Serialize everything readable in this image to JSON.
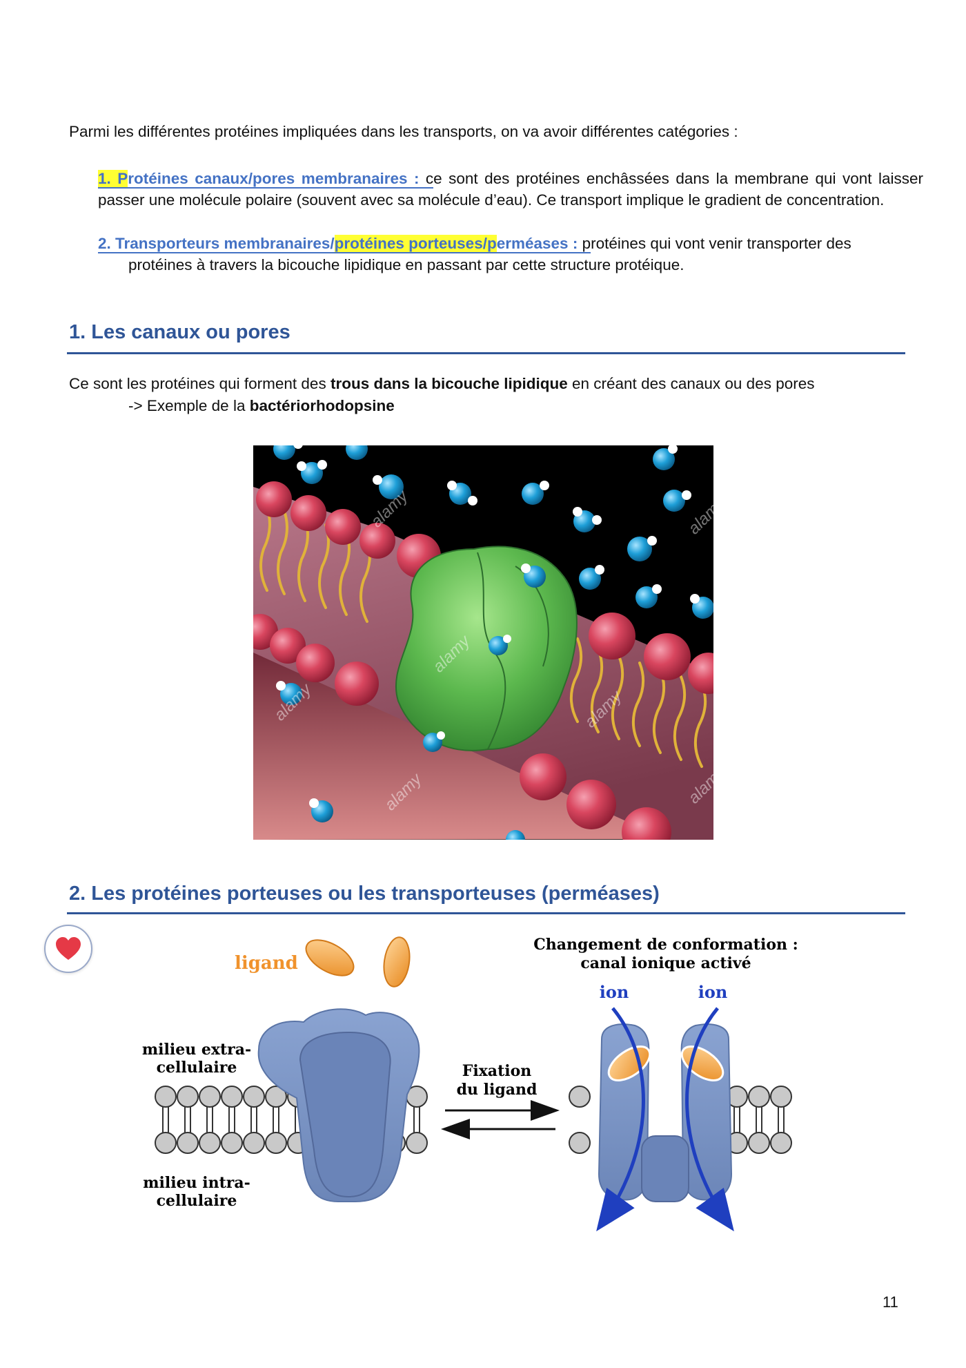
{
  "intro": "Parmi les différentes protéines impliquées dans les transports, on va avoir différentes catégories :",
  "items": [
    {
      "number": "1. P",
      "title_rest": "rotéines canaux/pores membranaires :",
      "title_after": " c",
      "text": "e sont des protéines enchâssées dans la membrane qui vont laisser passer une molécule polaire (souvent avec sa molécule d’eau). Ce transport implique le gradient de concentration."
    },
    {
      "title_a": "2. Transporteurs membranaires/",
      "title_b": "protéines porteuses/p",
      "title_c": "erméases : ",
      "text_a": "p",
      "text_b": "rotéines qui vont venir transporter des",
      "text_line2": "protéines à travers la bicouche lipidique en passant par cette structure protéique."
    }
  ],
  "sections": [
    {
      "title": "1. Les canaux ou pores",
      "text_a": "Ce sont les protéines qui forment des ",
      "text_bold": "trous dans la bicouche lipidique",
      "text_b": " en créant des canaux ou des pores",
      "example_a": "-> Exemple de la ",
      "example_bold": "bactériorhodopsine",
      "watermarks": [
        "alamy",
        "alamy",
        "alamy",
        "alamy",
        "alamy",
        "alamy",
        "alamy"
      ]
    },
    {
      "title": "2. Les protéines porteuses ou les transporteuses (perméases)"
    }
  ],
  "figure2": {
    "ligand": "ligand",
    "extra_1": "milieu extra-",
    "extra_2": "cellulaire",
    "intra_1": "milieu intra-",
    "intra_2": "cellulaire",
    "fixation_1": "Fixation",
    "fixation_2": "du ligand",
    "conformation_1": "Changement de conformation :",
    "conformation_2": "canal ionique activé",
    "ion_left": "ion",
    "ion_right": "ion"
  },
  "page_number": "11",
  "colors": {
    "heading": "#2f5597",
    "item_blue": "#4472c4",
    "highlight": "#ffff33",
    "protein_green": "#4da84a",
    "lipid_red": "#d9465f",
    "receptor_blue": "#7e98c6",
    "ligand_orange": "#f2a03c",
    "ion_blue": "#1f3fbf"
  }
}
